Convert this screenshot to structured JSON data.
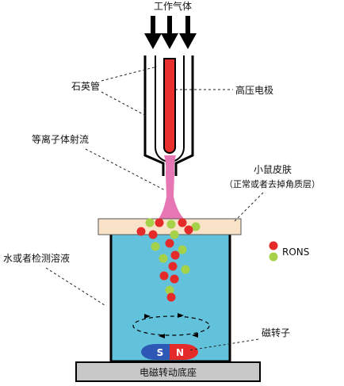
{
  "labels": {
    "working_gas": "工作气体",
    "quartz_tube": "石英管",
    "hv_electrode": "高压电极",
    "plasma_jet": "等离子体射流",
    "skin_line1": "小鼠皮肤",
    "skin_line2": "（正常或者去掉角质层）",
    "liquid": "水或者检测溶液",
    "rons": "RONS",
    "stir_bar": "磁转子",
    "base": "电磁转动底座",
    "pole_s": "S",
    "pole_n": "N"
  },
  "colors": {
    "skin": "#f8e3c9",
    "liquid": "#62c2dc",
    "plasma": "#e676b4",
    "electrode": "#e8302f",
    "particle_red": "#e52a2a",
    "particle_green": "#a6d24a",
    "magnet_s": "#2d58b5",
    "magnet_n": "#e52a2a",
    "base": "#c8c8c8"
  }
}
